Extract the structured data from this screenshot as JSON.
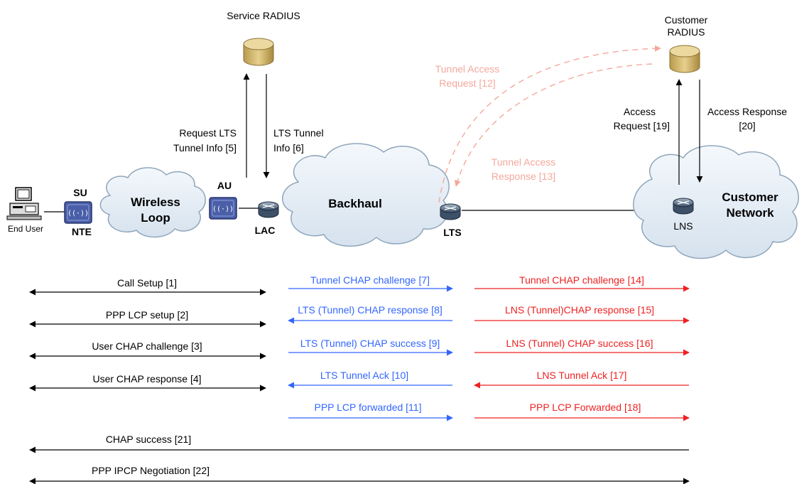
{
  "colors": {
    "black": "#000000",
    "blue": "#3366ff",
    "red": "#ee2222",
    "pink": "#f4a89c",
    "cloud_fill": "#e4ecf4",
    "device_blue": "#4a5fa8",
    "radius_gold": "#d4b86a"
  },
  "nodes": {
    "service_radius": "Service RADIUS",
    "customer_radius_line1": "Customer",
    "customer_radius_line2": "RADIUS",
    "end_user": "End User",
    "su": "SU",
    "nte": "NTE",
    "wireless_loop_line1": "Wireless",
    "wireless_loop_line2": "Loop",
    "au": "AU",
    "lac": "LAC",
    "backhaul": "Backhaul",
    "lts": "LTS",
    "lns": "LNS",
    "customer_network_line1": "Customer",
    "customer_network_line2": "Network",
    "device_glyph": "((·))"
  },
  "edge_labels": {
    "request_lts_line1": "Request LTS",
    "request_lts_line2": "Tunnel Info [5]",
    "lts_tunnel_info_line1": "LTS Tunnel",
    "lts_tunnel_info_line2": "Info [6]",
    "tunnel_access_request_line1": "Tunnel Access",
    "tunnel_access_request_line2": "Request [12]",
    "tunnel_access_response_line1": "Tunnel Access",
    "tunnel_access_response_line2": "Response [13]",
    "access_request_line1": "Access",
    "access_request_line2": "Request [19]",
    "access_response_line1": "Access Response",
    "access_response_line2": "[20]"
  },
  "flows": {
    "left": [
      "Call Setup [1]",
      "PPP LCP setup [2]",
      "User CHAP challenge [3]",
      "User CHAP response [4]"
    ],
    "middle": [
      "Tunnel CHAP challenge [7]",
      "LTS (Tunnel) CHAP response [8]",
      "LTS (Tunnel) CHAP success [9]",
      "LTS Tunnel Ack [10]",
      "PPP LCP forwarded [11]"
    ],
    "right": [
      "Tunnel CHAP challenge [14]",
      "LNS (Tunnel)CHAP response [15]",
      "LNS (Tunnel) CHAP success [16]",
      "LNS Tunnel Ack [17]",
      "PPP LCP Forwarded [18]"
    ],
    "chap_success": "CHAP success [21]",
    "ppp_ipcp": "PPP IPCP Negotiation [22]"
  }
}
